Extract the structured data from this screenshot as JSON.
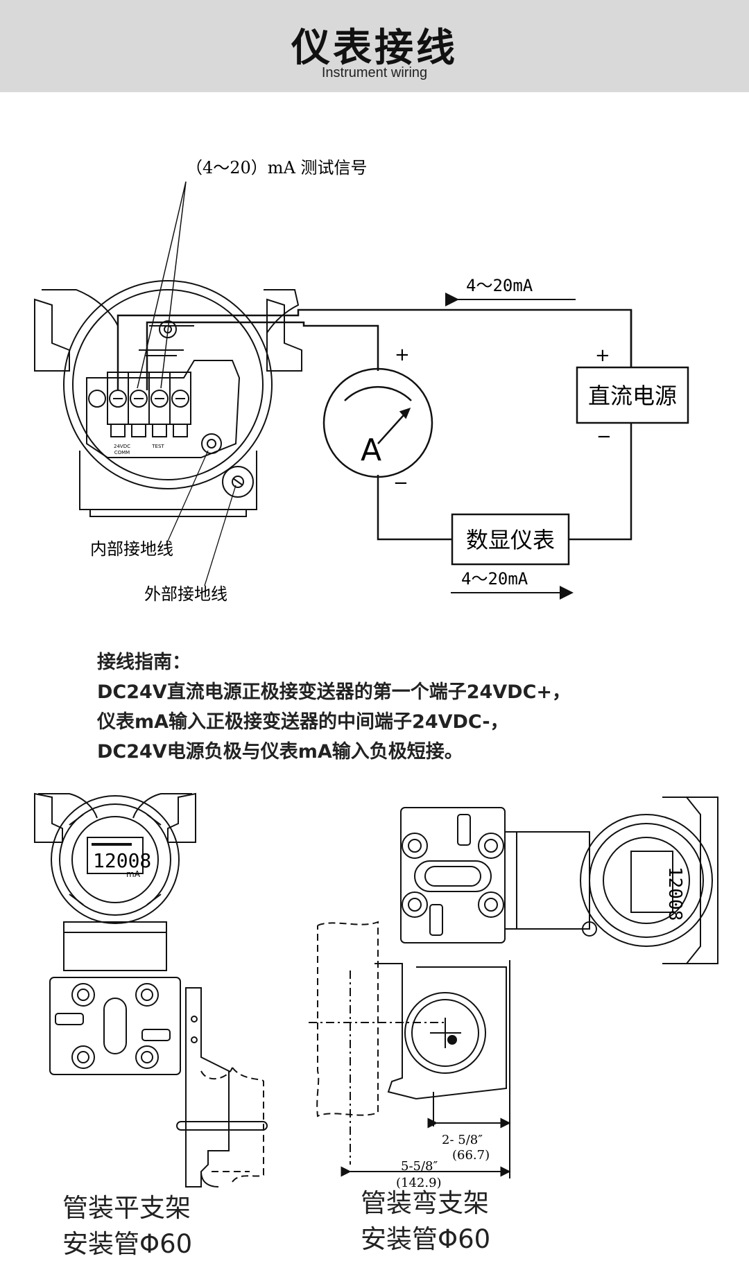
{
  "header": {
    "title": "仪表接线",
    "subtitle": "Instrument wiring"
  },
  "wiring_diagram": {
    "test_signal_label": "（4～20）mA 测试信号",
    "current_top_label": "4～20mA",
    "current_bottom_label": "4～20mA",
    "plus_sign": "+",
    "minus_sign": "−",
    "ammeter_symbol": "A",
    "power_supply_label": "直流电源",
    "digital_display_label": "数显仪表",
    "internal_ground_label": "内部接地线",
    "external_ground_label": "外部接地线",
    "terminal_label_1": "24VDC",
    "terminal_label_2": "COMM",
    "terminal_label_3": "TEST"
  },
  "guide": {
    "heading": "接线指南：",
    "line1": "DC24V直流电源正极接变送器的第一个端子24VDC+，",
    "line2": "仪表mA输入正极接变送器的中间端子24VDC-，",
    "line3": "DC24V电源负极与仪表mA输入负极短接。"
  },
  "mounting": {
    "flat_bracket": {
      "display_value": "12008",
      "unit": "mA",
      "caption_line1": "管装平支架",
      "caption_line2": "安装管Φ60"
    },
    "bent_bracket": {
      "display_value": "12008",
      "dim1_inch": "2- 5/8″",
      "dim1_mm": "(66.7)",
      "dim2_inch": "5-5/8″",
      "dim2_mm": "(142.9)",
      "caption_line1": "管装弯支架",
      "caption_line2": "安装管Φ60"
    }
  }
}
